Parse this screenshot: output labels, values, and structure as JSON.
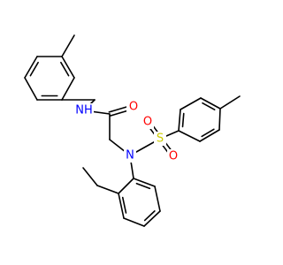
{
  "molecule": {
    "atoms": {
      "o_carbonyl": {
        "label": "O",
        "color": "#ff0000"
      },
      "n_amide": {
        "label": "NH",
        "color": "#0000ff"
      },
      "n_sulfonamide": {
        "label": "N",
        "color": "#0000ff"
      },
      "s_sulfonyl": {
        "label": "S",
        "color": "#cccc00"
      },
      "o_sulfonyl_upper": {
        "label": "O",
        "color": "#ff0000"
      },
      "o_sulfonyl_lower": {
        "label": "O",
        "color": "#ff0000"
      }
    },
    "bond_color": "#000000"
  }
}
